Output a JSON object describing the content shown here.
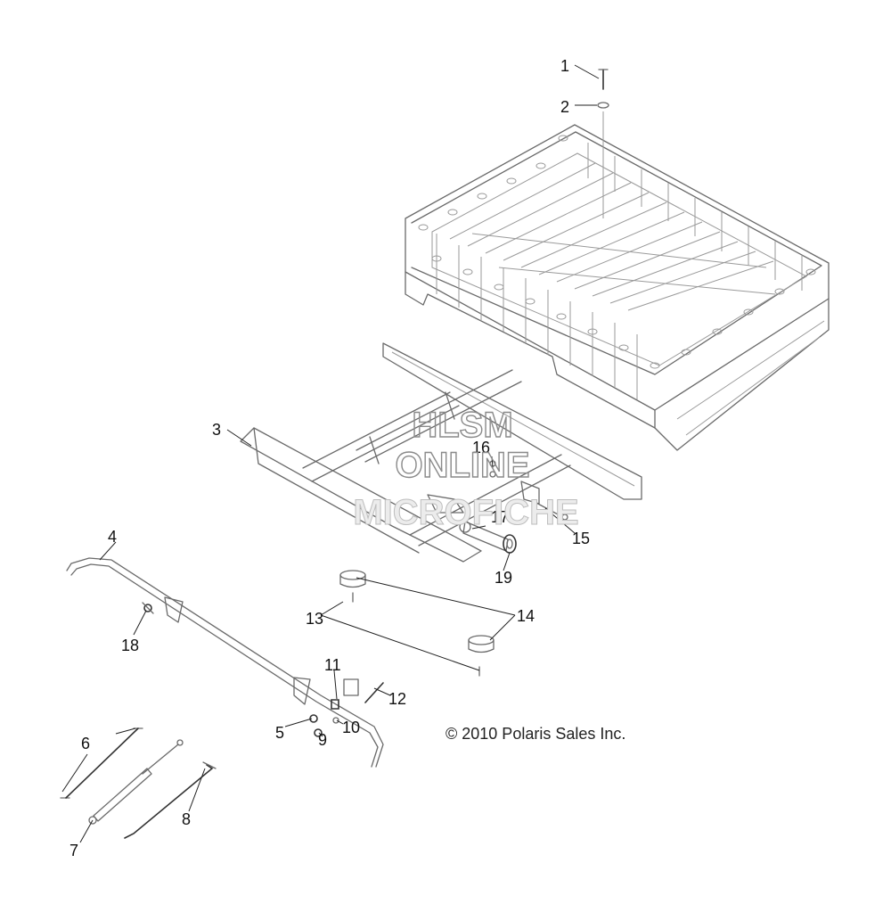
{
  "callouts": [
    "1",
    "2",
    "3",
    "4",
    "5",
    "6",
    "7",
    "8",
    "9",
    "10",
    "11",
    "12",
    "13",
    "14",
    "15",
    "16",
    "17",
    "18",
    "19"
  ],
  "copyright": "© 2010 Polaris Sales Inc.",
  "watermark": {
    "line1": "HLSM",
    "line2": "ONLINE",
    "line3": "MICROFICHE"
  }
}
